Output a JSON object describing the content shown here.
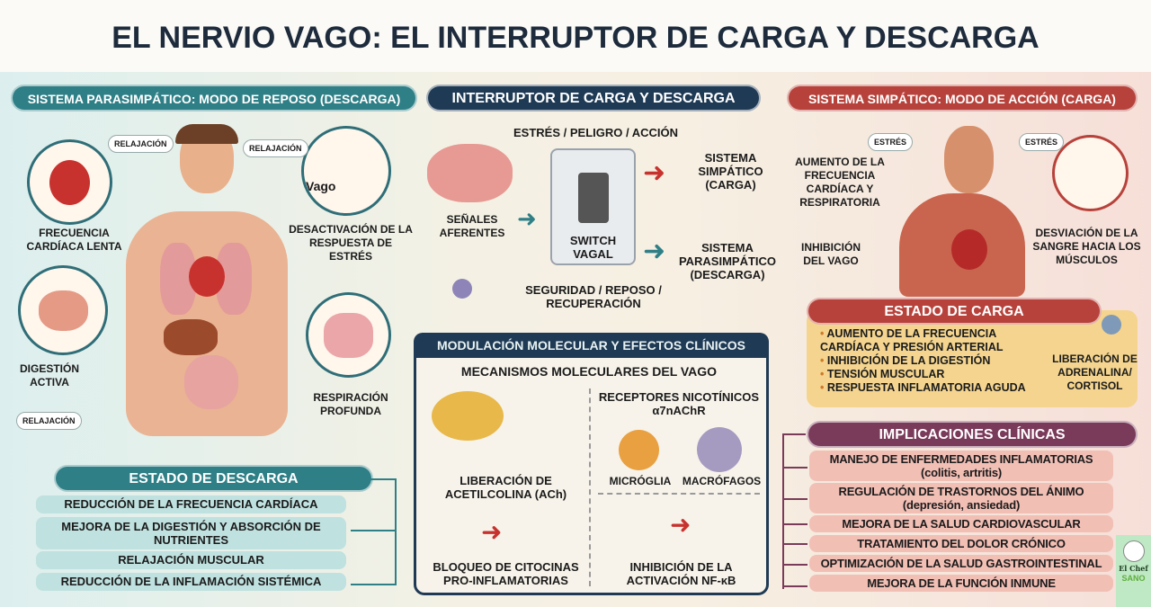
{
  "title": "EL NERVIO VAGO: EL INTERRUPTOR DE CARGA Y DESCARGA",
  "left": {
    "header": "SISTEMA PARASIMPÁTICO: MODO DE REPOSO (DESCARGA)",
    "bubbles": [
      "RELAJACIÓN",
      "RELAJACIÓN",
      "RELAJACIÓN"
    ],
    "labels": {
      "heart": "FRECUENCIA CARDÍACA LENTA",
      "vago": "Vago",
      "deactivation": "DESACTIVACIÓN DE LA RESPUESTA DE ESTRÉS",
      "digestion": "DIGESTIÓN ACTIVA",
      "breathing": "RESPIRACIÓN PROFUNDA"
    },
    "state_title": "ESTADO DE DESCARGA",
    "state_items": [
      "REDUCCIÓN DE LA FRECUENCIA CARDÍACA",
      "MEJORA DE LA DIGESTIÓN Y ABSORCIÓN DE NUTRIENTES",
      "RELAJACIÓN MUSCULAR",
      "REDUCCIÓN DE LA INFLAMACIÓN SISTÉMICA"
    ]
  },
  "center": {
    "header": "INTERRUPTOR DE CARGA Y DESCARGA",
    "top_label": "ESTRÉS / PELIGRO / ACCIÓN",
    "afferent": "SEÑALES AFERENTES",
    "switch": "SWITCH VAGAL",
    "bottom_label": "SEGURIDAD / REPOSO / RECUPERACIÓN",
    "sympathetic": "SISTEMA SIMPÁTICO (CARGA)",
    "parasympathetic": "SISTEMA PARASIMPÁTICO (DESCARGA)",
    "molecular": {
      "header": "MODULACIÓN MOLECULAR Y EFECTOS CLÍNICOS",
      "subtitle": "MECANISMOS MOLECULARES DEL VAGO",
      "ach": "LIBERACIÓN DE ACETILCOLINA (ACh)",
      "receptors": "RECEPTORES NICOTÍNICOS α7nAChR",
      "microglia": "MICRÓGLIA",
      "macrophages": "MACRÓFAGOS",
      "cytokines": "BLOQUEO DE CITOCINAS PRO-INFLAMATORIAS",
      "nfkb": "INHIBICIÓN DE LA ACTIVACIÓN NF-κB"
    }
  },
  "right": {
    "header": "SISTEMA SIMPÁTICO: MODO DE ACCIÓN (CARGA)",
    "bubbles": [
      "ESTRÉS",
      "ESTRÉS"
    ],
    "labels": {
      "rate": "AUMENTO DE LA FRECUENCIA CARDÍACA Y RESPIRATORIA",
      "vagus": "INHIBICIÓN DEL VAGO",
      "blood": "DESVIACIÓN DE LA SANGRE HACIA LOS MÚSCULOS"
    },
    "state_title": "ESTADO DE CARGA",
    "state_items": [
      "AUMENTO DE LA FRECUENCIA CARDÍACA Y PRESIÓN ARTERIAL",
      "INHIBICIÓN DE LA DIGESTIÓN",
      "TENSIÓN MUSCULAR",
      "RESPUESTA INFLAMATORIA AGUDA"
    ],
    "hormones": "LIBERACIÓN DE ADRENALINA/ CORTISOL",
    "clinical_title": "IMPLICACIONES CLÍNICAS",
    "clinical_items": [
      {
        "main": "MANEJO DE ENFERMEDADES INFLAMATORIAS",
        "sub": "(colitis, artritis)"
      },
      {
        "main": "REGULACIÓN DE TRASTORNOS DEL ÁNIMO",
        "sub": "(depresión, ansiedad)"
      },
      {
        "main": "MEJORA DE LA SALUD CARDIOVASCULAR",
        "sub": ""
      },
      {
        "main": "TRATAMIENTO DEL DOLOR CRÓNICO",
        "sub": ""
      },
      {
        "main": "OPTIMIZACIÓN DE LA SALUD GASTROINTESTINAL",
        "sub": ""
      },
      {
        "main": "MEJORA DE LA FUNCIÓN INMUNE",
        "sub": ""
      }
    ]
  },
  "logo": {
    "line1": "El Chef",
    "line2": "SANO"
  },
  "colors": {
    "teal": "#2f7f86",
    "navy": "#1f3a55",
    "red": "#b7423b",
    "purple": "#7a3a5a",
    "orange": "#e8a24a"
  }
}
